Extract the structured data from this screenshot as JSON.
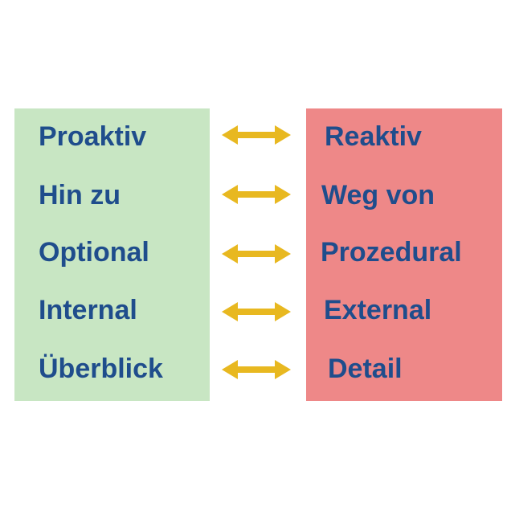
{
  "left_terms": [
    "Proaktiv",
    "Hin zu",
    "Optional",
    "Internal",
    "Überblick"
  ],
  "right_terms": [
    "Reaktiv",
    "Weg von",
    "Prozedural",
    "External",
    "Detail"
  ],
  "colors": {
    "left_panel": "#c8e6c3",
    "right_panel": "#ee8888",
    "text": "#1f4d8c",
    "arrow": "#e8b820"
  },
  "arrow_icon": "double-headed-arrow-icon"
}
